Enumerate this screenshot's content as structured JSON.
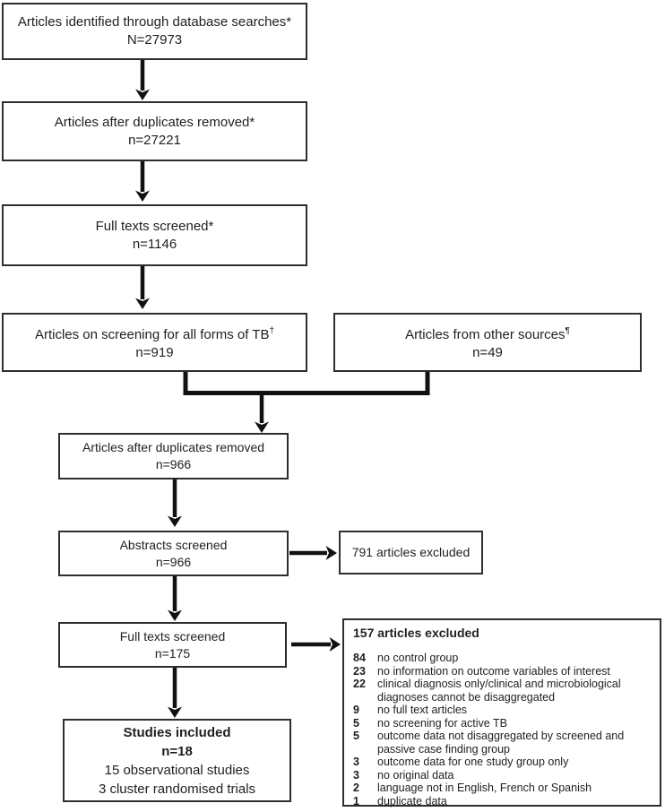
{
  "colors": {
    "ink": "#1f1f1f",
    "border": "#2e2e2e",
    "arrow": "#111111",
    "background": "#ffffff"
  },
  "flow": {
    "identified": {
      "title": "Articles identified through database searches*",
      "count": "N=27973"
    },
    "dedup1": {
      "title": "Articles after duplicates removed*",
      "count": "n=27221"
    },
    "fulltext1": {
      "title": "Full texts screened*",
      "count": "n=1146"
    },
    "screening": {
      "title": "Articles on screening for all forms of TB",
      "sup": "†",
      "count": "n=919"
    },
    "other": {
      "title": "Articles from other sources",
      "sup": "¶",
      "count": "n=49"
    },
    "dedup2": {
      "title": "Articles after duplicates removed",
      "count": "n=966"
    },
    "abstracts": {
      "title": "Abstracts screened",
      "count": "n=966"
    },
    "excluded_abstracts": {
      "label": "791 articles excluded"
    },
    "fulltext2": {
      "title": "Full texts screened",
      "count": "n=175"
    },
    "excluded_fulltext": {
      "header": "157 articles excluded",
      "reasons": [
        {
          "n": "84",
          "text": "no control group"
        },
        {
          "n": "23",
          "text": "no information on outcome variables of interest"
        },
        {
          "n": "22",
          "text": "clinical diagnosis only/clinical and microbiological diagnoses cannot be disaggregated"
        },
        {
          "n": "9",
          "text": "no full text articles"
        },
        {
          "n": "5",
          "text": "no screening for active TB"
        },
        {
          "n": "5",
          "text": "outcome data not disaggregated by screened and passive case finding group"
        },
        {
          "n": "3",
          "text": "outcome data for one study group only"
        },
        {
          "n": "3",
          "text": "no original data"
        },
        {
          "n": "2",
          "text": "language not in English, French or Spanish"
        },
        {
          "n": "1",
          "text": "duplicate data"
        }
      ]
    },
    "included": {
      "title": "Studies included",
      "count": "n=18",
      "lines": [
        "15 observational studies",
        "3 cluster randomised trials"
      ]
    }
  }
}
